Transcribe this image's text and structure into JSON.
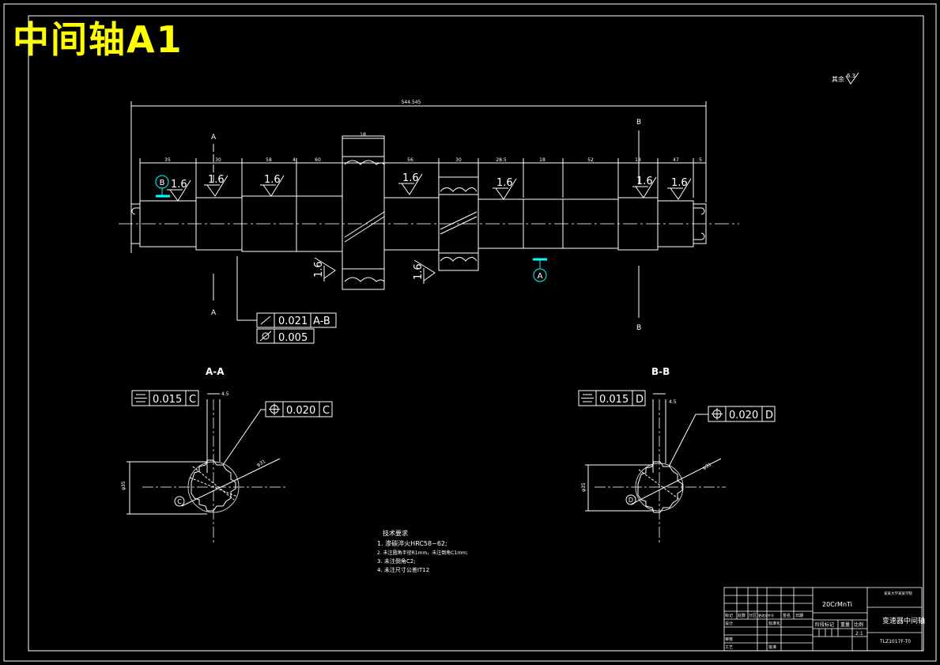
{
  "title": "中间轴A1",
  "colors": {
    "background": "#000000",
    "line": "#ffffff",
    "title": "#ffff00",
    "datum": "#00ffff",
    "center": "#c8c8c8"
  },
  "overall": {
    "dim": "544.545",
    "roughness_note_label": "其余",
    "roughness_note_value": "6.3"
  },
  "top_dims": [
    "35",
    "30",
    "58",
    "4",
    "60",
    "18",
    "56",
    "30",
    "28.5",
    "18",
    "52",
    "18",
    "47",
    "5"
  ],
  "roughness_values": [
    "1.6",
    "1.6",
    "1.6",
    "1.6",
    "1.6",
    "1.6",
    "1.6",
    "1.6",
    "1.6"
  ],
  "section_marks": {
    "a": "A",
    "b": "B"
  },
  "datums": {
    "a": "A",
    "b": "B"
  },
  "tolerance_main": [
    {
      "symbol": "runout-icon",
      "value": "0.021",
      "datum": "A-B"
    },
    {
      "symbol": "cylindricity-icon",
      "value": "0.005",
      "datum": ""
    }
  ],
  "section_aa": {
    "title": "A-A",
    "symmetry": {
      "value": "0.015",
      "datum": "C"
    },
    "position": {
      "value": "0.020",
      "datum": "C"
    },
    "datum_letter": "C",
    "dims": {
      "width": "4.5",
      "dia": "φ31",
      "dia2": "φ35"
    }
  },
  "section_bb": {
    "title": "B-B",
    "symmetry": {
      "value": "0.015",
      "datum": "D"
    },
    "position": {
      "value": "0.020",
      "datum": "D"
    },
    "datum_letter": "D",
    "dims": {
      "width": "4.5",
      "dia": "φ31",
      "dia2": "φ35"
    }
  },
  "tech_requirements": {
    "heading": "技术要求",
    "items": [
      "1. 渗碳淬火HRC58~62;",
      "2. 未注圆角半径R1mm，未注倒角C1mm;",
      "3. 未注倒角C2;",
      "4. 未注尺寸公差IT12"
    ]
  },
  "title_block": {
    "material": "20CrMnTi",
    "org": "某某大学某某学院",
    "part_name": "变速器中间轴",
    "drawing_no": "TLZ1017F-T0",
    "scale": "2:1",
    "labels": {
      "mark": "标记",
      "count": "处数",
      "zone": "分区",
      "change": "更改文件号",
      "sign": "签名",
      "date": "日期",
      "designer": "设计",
      "standard": "标准化",
      "stage": "阶段标记",
      "weight": "重量",
      "ratio": "比例",
      "review": "审核",
      "process": "工艺",
      "approve": "批准"
    }
  }
}
